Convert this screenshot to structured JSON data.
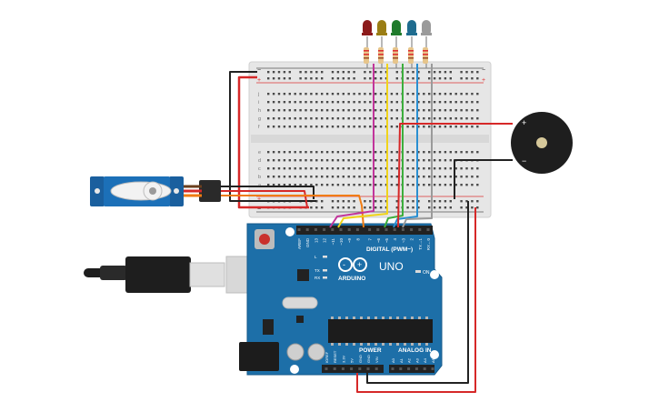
{
  "colors": {
    "background": "#ffffff",
    "breadboard": "#e4e4e4",
    "breadboard_edge": "#d3d3d3",
    "rail_red": "#d33",
    "rail_blue": "#333",
    "arduino": "#1d6fa8",
    "arduino_dark": "#15547f",
    "servo": "#1c70b8",
    "buzzer": "#1e1e1e",
    "wire_red": "#d62828",
    "wire_black": "#222222",
    "wire_orange": "#f07c12",
    "wire_magenta": "#c2359b",
    "wire_yellow": "#f0d41a",
    "wire_green": "#3cae3c",
    "wire_blue": "#2a8fd1",
    "wire_gray": "#9a9a9a"
  },
  "leds": [
    {
      "name": "red-led",
      "color": "#8b1a1a"
    },
    {
      "name": "yellow-led",
      "color": "#9a7d14"
    },
    {
      "name": "green-led",
      "color": "#1f7a2b"
    },
    {
      "name": "blue-led",
      "color": "#1f6c8f"
    },
    {
      "name": "white-led",
      "color": "#9a9a9a"
    }
  ],
  "arduino": {
    "brand": "ARDUINO",
    "model": "UNO",
    "digital_label": "DIGITAL (PWM~)",
    "power_label": "POWER",
    "analog_label": "ANALOG IN",
    "on_label": "ON",
    "digital_pins": [
      "AREF",
      "GND",
      "13",
      "12",
      "~11",
      "~10",
      "~9",
      "8",
      "7",
      "~6",
      "~5",
      "4",
      "~3",
      "2",
      "TX→1",
      "RX←0"
    ],
    "power_pins": [
      "IOREF",
      "RESET",
      "3.3V",
      "5V",
      "GND",
      "GND",
      "VIN"
    ],
    "analog_pins": [
      "A0",
      "A1",
      "A2",
      "A3",
      "A4",
      "A5"
    ],
    "small_labels": [
      "L",
      "TX",
      "RX"
    ]
  },
  "breadboard": {
    "row_letters_top": [
      "j",
      "i",
      "h",
      "g",
      "f"
    ],
    "row_letters_bottom": [
      "e",
      "d",
      "c",
      "b",
      "a"
    ],
    "plus_label": "+",
    "minus_label": "−"
  },
  "buzzer": {
    "plus": "+",
    "minus": "−"
  }
}
